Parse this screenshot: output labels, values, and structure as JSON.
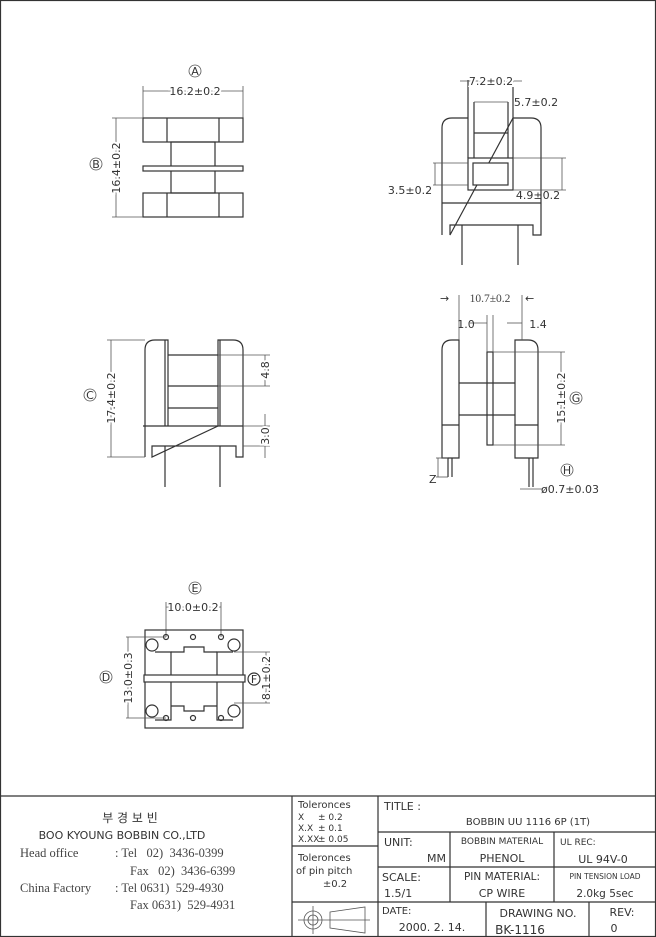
{
  "views": {
    "a": {
      "label": "A",
      "width_dim": "16.2±0.2"
    },
    "b": {
      "label": "B",
      "height_dim": "16.4±0.2"
    },
    "top_right": {
      "dim1": "7.2±0.2",
      "dim2": "5.7±0.2",
      "dim3": "3.5±0.2",
      "dim4": "4.9±0.2"
    },
    "c": {
      "label": "C",
      "height_dim": "17.4±0.2",
      "dim_upper": "4.8",
      "dim_lower": "3.0"
    },
    "side": {
      "width_dim": "10.7±0.2",
      "left_dim": "1.0",
      "right_dim": "1.4",
      "g_label": "G",
      "g_dim": "15.1±0.2",
      "h_label": "H",
      "pin_dim": "ø0.7±0.03",
      "z_label": "Z"
    },
    "bottom": {
      "e_label": "E",
      "e_dim": "10.0±0.2",
      "d_label": "D",
      "d_dim": "13.0±0.3",
      "f_label": "F",
      "f_dim": "8.1±0.2"
    }
  },
  "title_block": {
    "company_korean": "부 경 보 빈",
    "company": "BOO KYOUNG BOBBIN CO.,LTD",
    "head_office_label": "Head office",
    "head_tel": ": Tel   02)  3436-0399",
    "head_fax": "Fax   02)  3436-6399",
    "factory_label": "China Factory",
    "factory_tel": ": Tel 0631)  529-4930",
    "factory_fax": "Fax 0631)  529-4931",
    "tol_title": "Toleronces",
    "tol_rows": [
      [
        "X",
        "± 0.2"
      ],
      [
        "X.X",
        "± 0.1"
      ],
      [
        "X.XX",
        "± 0.05"
      ]
    ],
    "pitch_title1": "Toleronces",
    "pitch_title2": "of pin pitch",
    "pitch_value": "±0.2",
    "title_label": "TITLE :",
    "title_value": "BOBBIN UU 1116 6P (1T)",
    "unit_label": "UNIT:",
    "unit_value": "MM",
    "bobbin_material_label": "BOBBIN MATERIAL",
    "bobbin_material_value": "PHENOL",
    "ul_label": "UL REC:",
    "ul_value": "UL 94V-0",
    "scale_label": "SCALE:",
    "scale_value": "1.5/1",
    "pin_material_label": "PIN MATERIAL:",
    "pin_material_value": "CP WIRE",
    "pin_tension_label": "PIN TENSION LOAD",
    "pin_tension_value": "2.0kg 5sec",
    "date_label": "DATE:",
    "date_value": "2000. 2. 14.",
    "drawing_no_label": "DRAWING NO.",
    "drawing_no_value": "BK-1116",
    "rev_label": "REV:",
    "rev_value": "0"
  }
}
